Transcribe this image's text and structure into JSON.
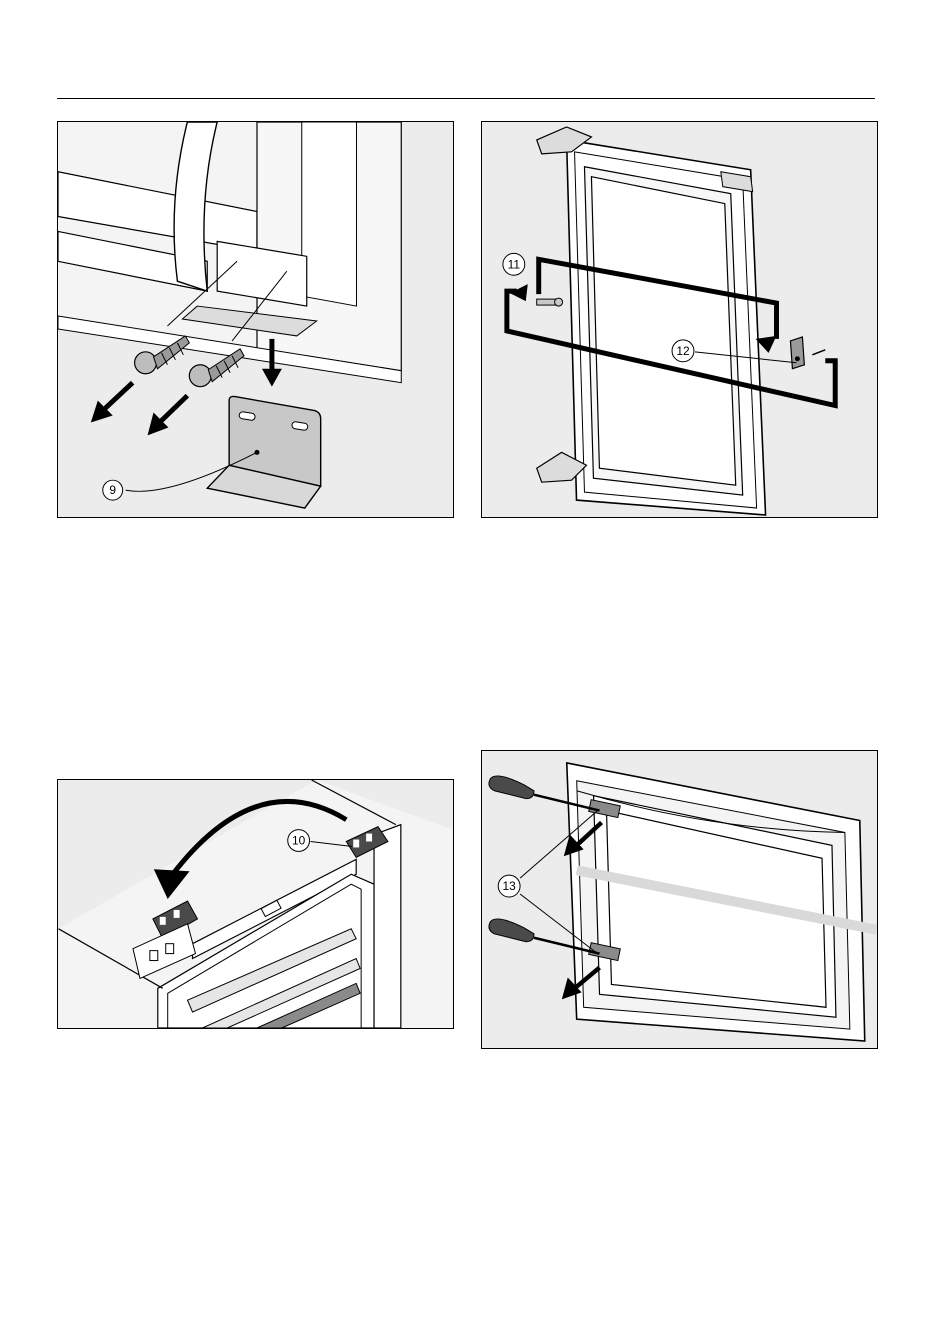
{
  "figures": {
    "remove_bracket": {
      "callout": "9"
    },
    "door_fittings": {
      "callout_fitting_left": "11",
      "callout_fitting_right": "12"
    },
    "hinge_transfer": {
      "callout": "10"
    },
    "door_trim_removal": {
      "callout": "13"
    }
  },
  "colors": {
    "figure_background": "#ececec",
    "line": "#000000",
    "panel_fill": "#ffffff",
    "metal_fill": "#c8c8c8",
    "dark_part": "#4a4a4a"
  }
}
